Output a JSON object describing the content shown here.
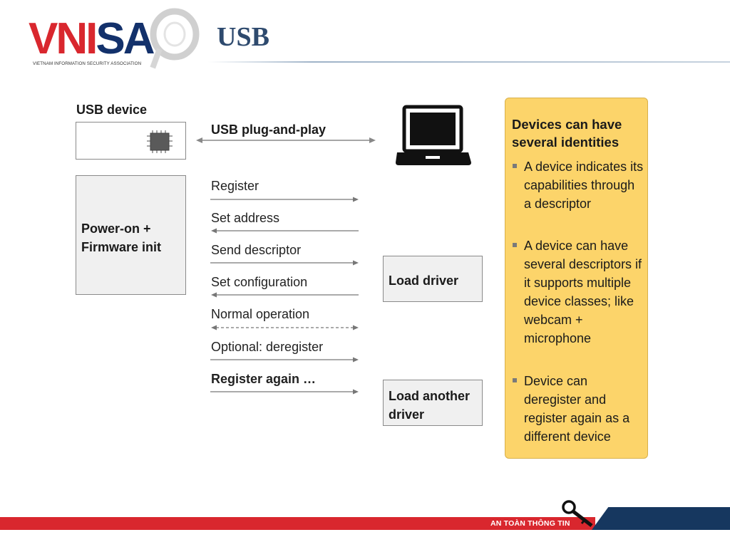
{
  "header": {
    "logo_part1": "VN",
    "logo_part2": "I",
    "logo_part3": "SA",
    "logo_subtitle": "VIETNAM INFORMATION SECURITY ASSOCIATION",
    "title": "USB"
  },
  "diagram": {
    "usb_device_label": "USB device",
    "plug_and_play_label": "USB plug-and-play",
    "power_on_label_line1": "Power-on +",
    "power_on_label_line2": "Firmware init",
    "messages": [
      {
        "label": "Register",
        "direction": "right",
        "style": "solid"
      },
      {
        "label": "Set address",
        "direction": "left",
        "style": "solid"
      },
      {
        "label": "Send descriptor",
        "direction": "right",
        "style": "solid"
      },
      {
        "label": "Set configuration",
        "direction": "left",
        "style": "solid"
      },
      {
        "label": "Normal operation",
        "direction": "both",
        "style": "dashed"
      },
      {
        "label": "Optional: deregister",
        "direction": "right",
        "style": "solid"
      },
      {
        "label": "Register again …",
        "direction": "right",
        "style": "solid"
      }
    ],
    "load_driver_label": "Load driver",
    "load_another_line1": "Load another",
    "load_another_line2": "driver"
  },
  "info_box": {
    "title": "Devices can have several identities",
    "bullets": [
      "A device indicates its capabilities through a descriptor",
      "A device can have several descriptors if it supports multiple device classes; like webcam + microphone",
      "Device can deregister and register again as a different device"
    ]
  },
  "footer": {
    "text": "AN TOÀN THÔNG TIN"
  },
  "colors": {
    "brand_red": "#d9272e",
    "brand_blue": "#13316b",
    "info_bg": "#fcd46a"
  }
}
